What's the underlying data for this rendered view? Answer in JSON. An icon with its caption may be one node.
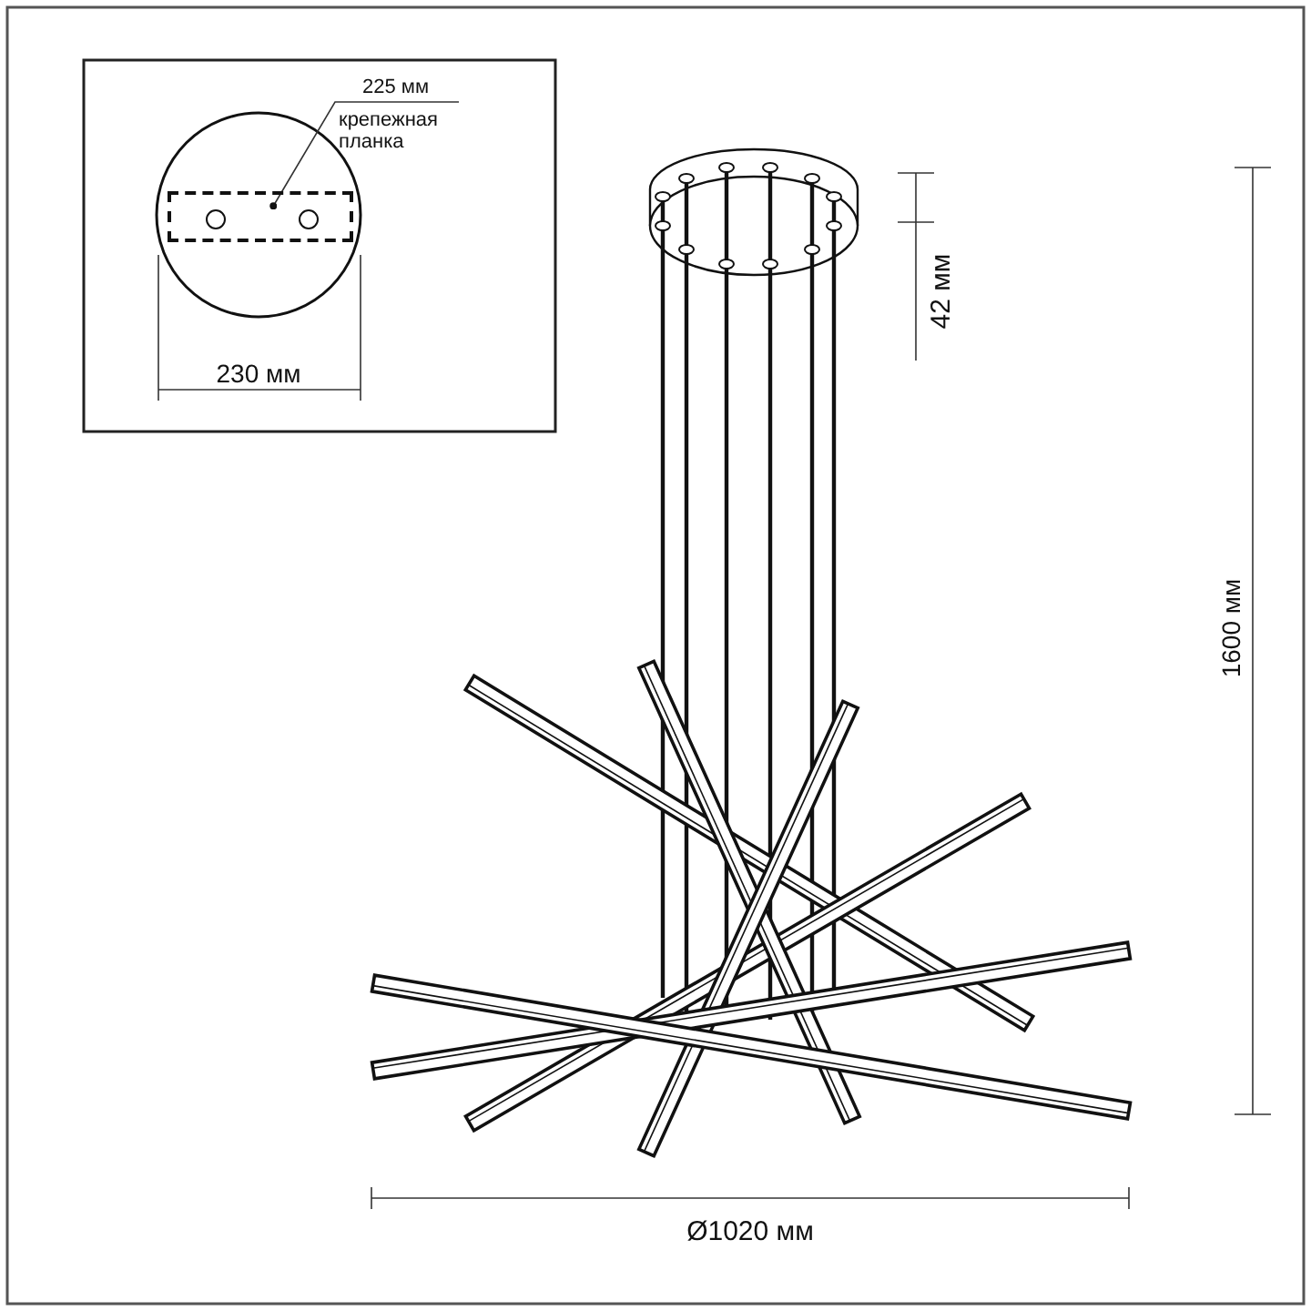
{
  "diagram": {
    "nodes": [
      {
        "text": [
          "крепежная планка"
        ]
      },
      {
        "text": [],
        "shape": "box"
      }
    ],
    "edges": [
      {
        "from": 0,
        "to": 1,
        "arrow": "other"
      }
    ],
    "labels": [
      "225 мм",
      "230 мм",
      "42 мм",
      "1600 мм",
      "Ø1020 мм"
    ]
  }
}
